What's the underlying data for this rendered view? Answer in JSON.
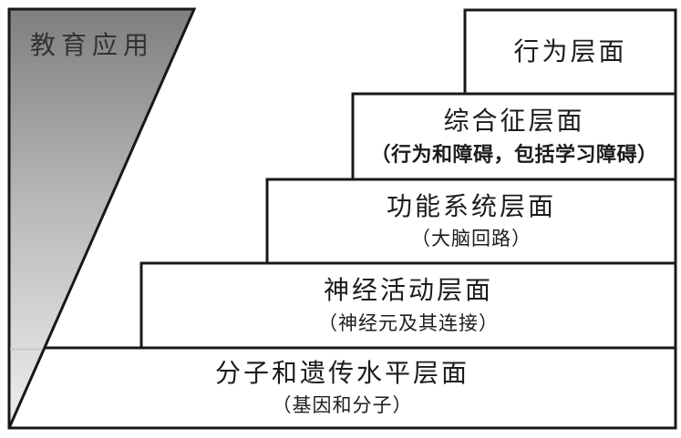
{
  "figure": {
    "background_color": "#ffffff",
    "line_color": "#181818",
    "text_color": "#1c1c1c"
  },
  "triangle": {
    "label": "教育应用",
    "gradient_top_color": "#7f7f7f",
    "gradient_mid_color": "#bcbcbc",
    "gradient_bottom_color": "#efefef"
  },
  "levels": [
    {
      "title": "行为层面",
      "subtitle": ""
    },
    {
      "title": "综合征层面",
      "subtitle": "（行为和障碍，包括学习障碍）"
    },
    {
      "title": "功能系统层面",
      "subtitle": "（大脑回路）"
    },
    {
      "title": "神经活动层面",
      "subtitle": "（神经元及其连接）"
    },
    {
      "title": "分子和遗传水平层面",
      "subtitle": "（基因和分子）"
    }
  ]
}
